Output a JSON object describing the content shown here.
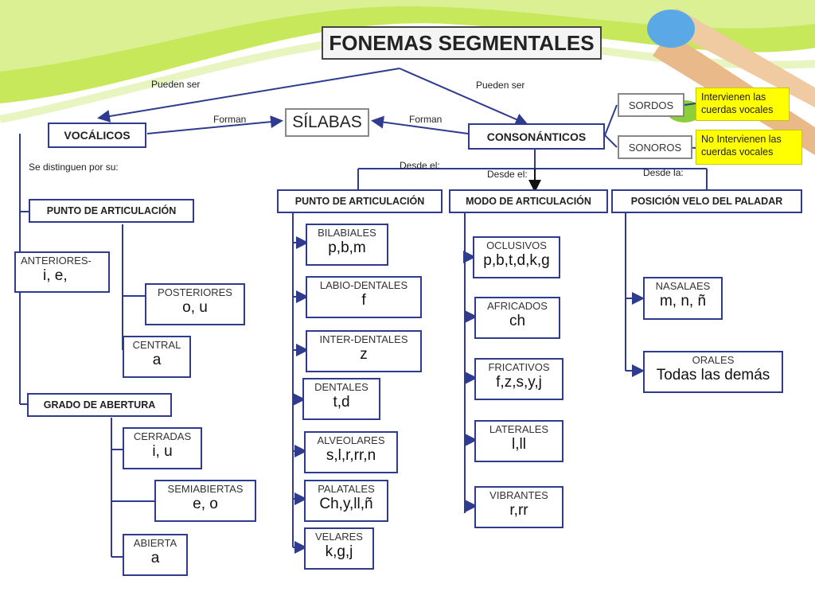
{
  "title": "FONEMAS SEGMENTALES",
  "nodes": {
    "silabas": "SÍLABAS",
    "vocalicos": "VOCÁLICOS",
    "consonanticos": "CONSONÁNTICOS",
    "sordos": "SORDOS",
    "sonoros": "SONOROS",
    "sordos_note": "Intervienen las cuerdas vocales",
    "sonoros_note": "No Intervienen las cuerdas vocales",
    "vocal_punto": "PUNTO DE ARTICULACIÓN",
    "grado": "GRADO DE ABERTURA",
    "anteriores": {
      "label": "ANTERIORES-",
      "value": "i, e,"
    },
    "posteriores": {
      "label": "POSTERIORES",
      "value": "o, u"
    },
    "central": {
      "label": "CENTRAL",
      "value": "a"
    },
    "cerradas": {
      "label": "CERRADAS",
      "value": "i, u"
    },
    "semiabiertas": {
      "label": "SEMIABIERTAS",
      "value": "e, o"
    },
    "abierta": {
      "label": "ABIERTA",
      "value": "a"
    },
    "cons_punto": "PUNTO DE ARTICULACIÓN",
    "modo": "MODO DE ARTICULACIÓN",
    "posicion": "POSICIÓN VELO DEL PALADAR",
    "bilabiales": {
      "label": "BILABIALES",
      "value": "p,b,m"
    },
    "labiodentales": {
      "label": "LABIO-DENTALES",
      "value": "f"
    },
    "interdentales": {
      "label": "INTER-DENTALES",
      "value": "z"
    },
    "dentales": {
      "label": "DENTALES",
      "value": "t,d"
    },
    "alveolares": {
      "label": "ALVEOLARES",
      "value": "s,l,r,rr,n"
    },
    "palatales": {
      "label": "PALATALES",
      "value": "Ch,y,ll,ñ"
    },
    "velares": {
      "label": "VELARES",
      "value": "k,g,j"
    },
    "oclusivos": {
      "label": "OCLUSIVOS",
      "value": "p,b,t,d,k,g"
    },
    "africados": {
      "label": "AFRICADOS",
      "value": "ch"
    },
    "fricativos": {
      "label": "FRICATIVOS",
      "value": "f,z,s,y,j"
    },
    "laterales": {
      "label": "LATERALES",
      "value": "l,ll"
    },
    "vibrantes": {
      "label": "VIBRANTES",
      "value": "r,rr"
    },
    "nasales": {
      "label": "NASALAES",
      "value": "m, n, ñ"
    },
    "orales": {
      "label": "ORALES",
      "value": "Todas las demás"
    }
  },
  "labels": {
    "pueden_ser_left": "Pueden ser",
    "pueden_ser_right": "Pueden ser",
    "forman_left": "Forman",
    "forman_right": "Forman",
    "se_distinguen": "Se distinguen por su:",
    "desde_el_1": "Desde el:",
    "desde_el_2": "Desde el:",
    "desde_la": "Desde la:"
  },
  "colors": {
    "box_border": "#2f3b8f",
    "connector": "#2f3b8f",
    "banner_green": "#c6e85a",
    "note_yellow": "#ffff00"
  }
}
